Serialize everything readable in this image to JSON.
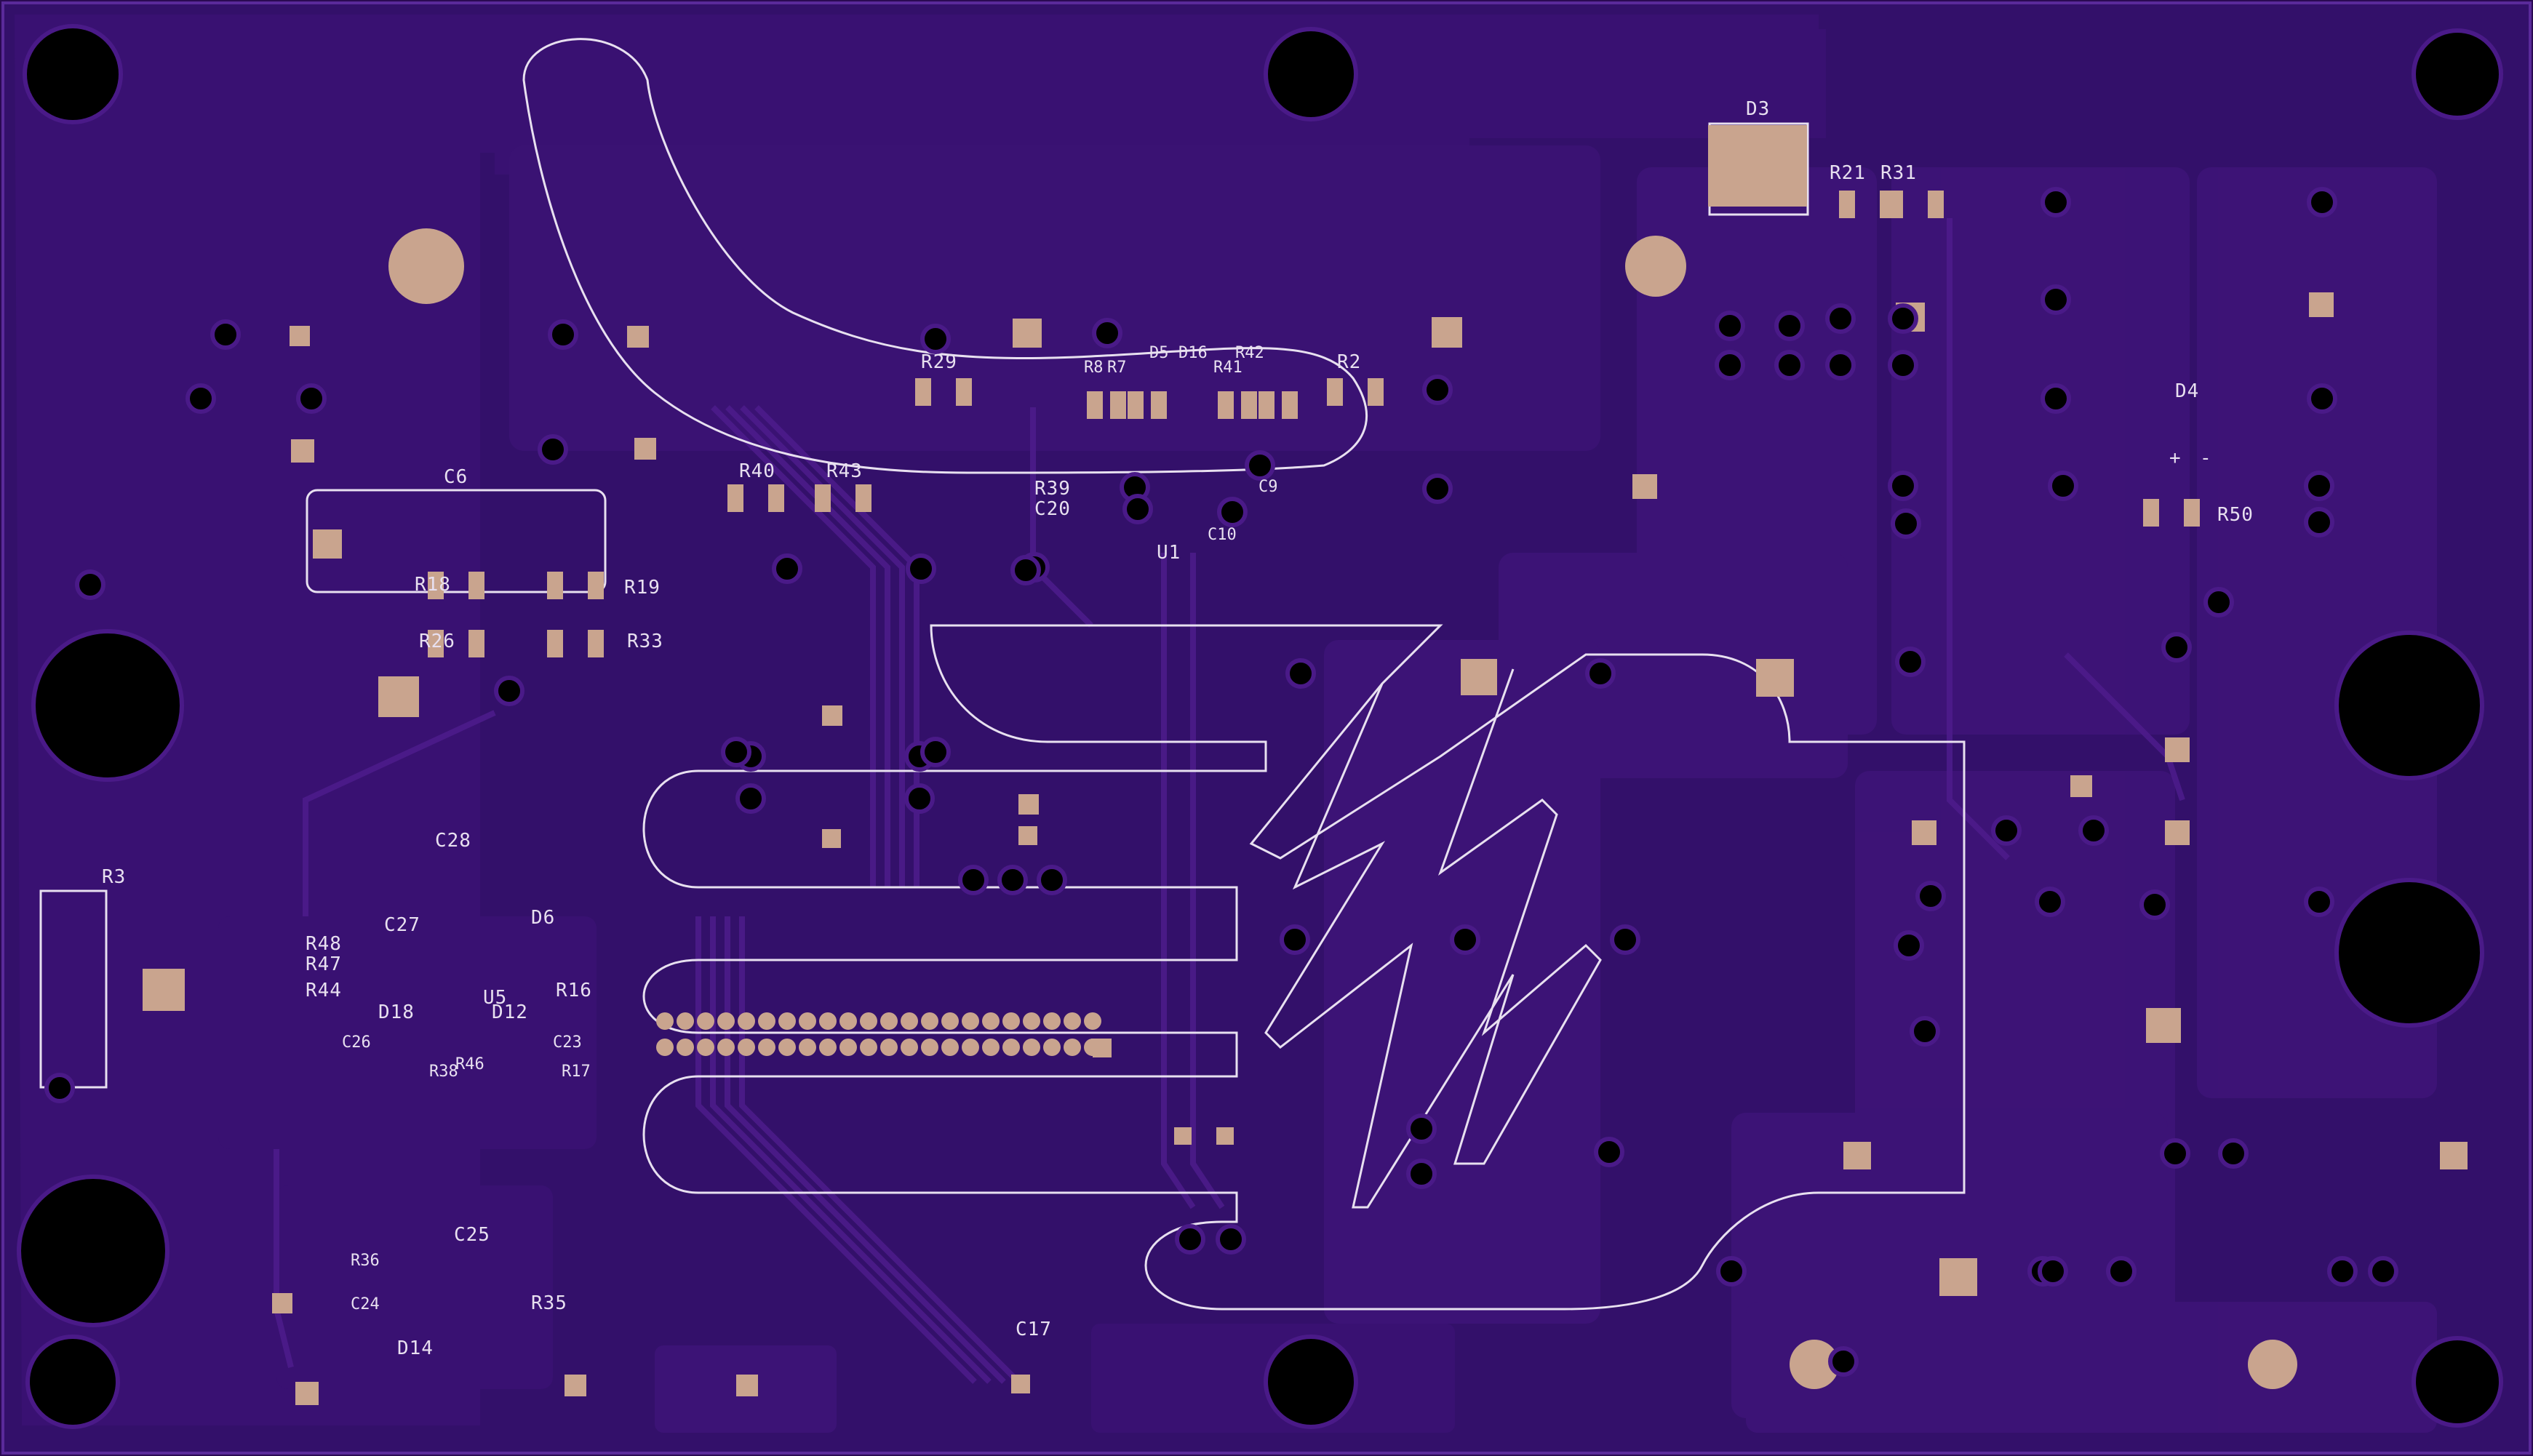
{
  "board": {
    "colors": {
      "background": "#2a0a52",
      "substrate": "#36106a",
      "copper_pour": "#3f1478",
      "trace": "#4a1a88",
      "pad": "#c9a48e",
      "hole": "#000000",
      "silkscreen": "#e8e0f0"
    },
    "designators": {
      "D3": "D3",
      "R21": "R21",
      "R31": "R31",
      "D4": "D4",
      "R50": "R50",
      "R29": "R29",
      "R8": "R8",
      "R7": "R7",
      "D5": "D5",
      "D16": "D16",
      "R41": "R41",
      "R42": "R42",
      "R2": "R2",
      "R40": "R40",
      "R43": "R43",
      "R39": "R39",
      "C20": "C20",
      "U1": "U1",
      "C10": "C10",
      "C9": "C9",
      "C6": "C6",
      "R18": "R18",
      "R19": "R19",
      "R26": "R26",
      "R33": "R33",
      "R3": "R3",
      "C28": "C28",
      "C27": "C27",
      "D6": "D6",
      "R48": "R48",
      "R47": "R47",
      "R44": "R44",
      "U5": "U5",
      "R16": "R16",
      "D18": "D18",
      "D12": "D12",
      "C26": "C26",
      "R38": "R38",
      "R46": "R46",
      "C23": "C23",
      "R17": "R17",
      "C25": "C25",
      "R36": "R36",
      "C24": "C24",
      "R35": "R35",
      "D14": "D14",
      "C17": "C17"
    },
    "polarity_marks": {
      "plus": "+",
      "minus": "-"
    }
  }
}
